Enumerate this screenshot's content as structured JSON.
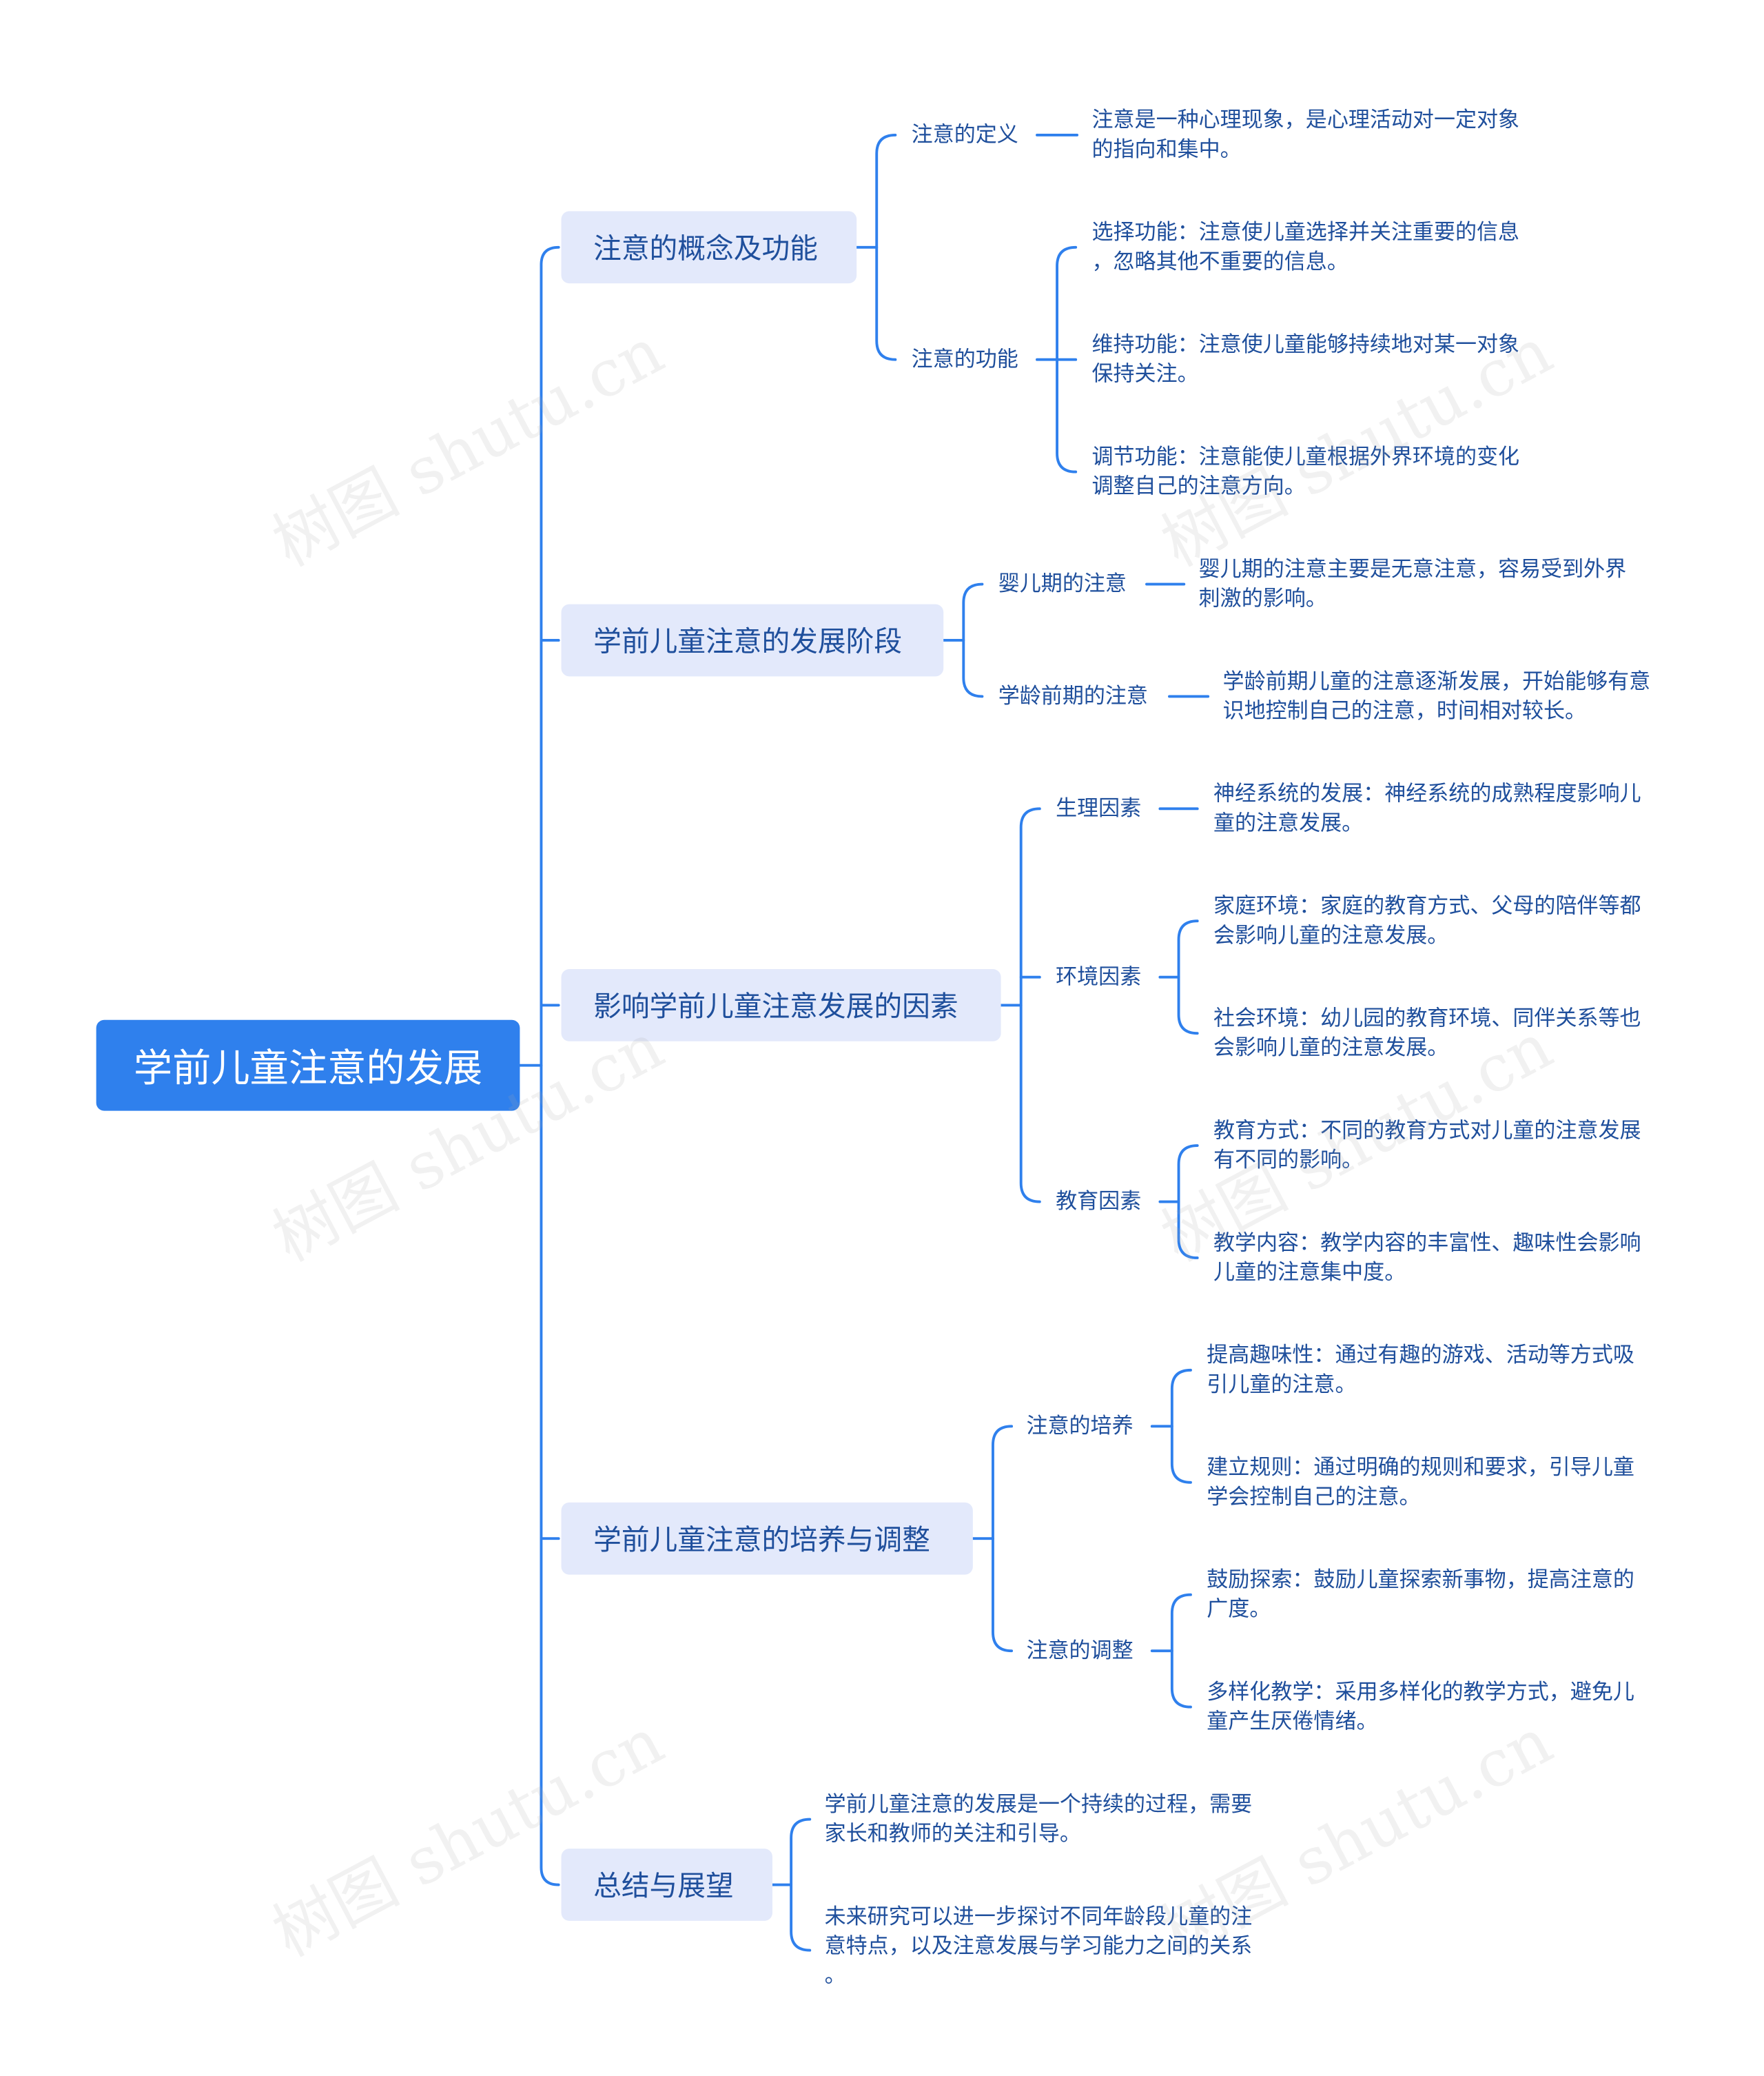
{
  "root": "学前儿童注意的发展",
  "watermark": "树图 shutu.cn",
  "branches": {
    "b1": {
      "label": "注意的概念及功能",
      "definition": {
        "label": "注意的定义",
        "text": [
          "注意是一种心理现象，是心理活动对一定对象",
          "的指向和集中。"
        ]
      },
      "function": {
        "label": "注意的功能",
        "items": [
          [
            "选择功能：注意使儿童选择并关注重要的信息",
            "，忽略其他不重要的信息。"
          ],
          [
            "维持功能：注意使儿童能够持续地对某一对象",
            "保持关注。"
          ],
          [
            "调节功能：注意能使儿童根据外界环境的变化",
            "调整自己的注意方向。"
          ]
        ]
      }
    },
    "b2": {
      "label": "学前儿童注意的发展阶段",
      "infant": {
        "label": "婴儿期的注意",
        "text": [
          "婴儿期的注意主要是无意注意，容易受到外界",
          "刺激的影响。"
        ]
      },
      "preschool": {
        "label": "学龄前期的注意",
        "text": [
          "学龄前期儿童的注意逐渐发展，开始能够有意",
          "识地控制自己的注意，时间相对较长。"
        ]
      }
    },
    "b3": {
      "label": "影响学前儿童注意发展的因素",
      "physio": {
        "label": "生理因素",
        "text": [
          "神经系统的发展：神经系统的成熟程度影响儿",
          "童的注意发展。"
        ]
      },
      "env": {
        "label": "环境因素",
        "items": [
          [
            "家庭环境：家庭的教育方式、父母的陪伴等都",
            "会影响儿童的注意发展。"
          ],
          [
            "社会环境：幼儿园的教育环境、同伴关系等也",
            "会影响儿童的注意发展。"
          ]
        ]
      },
      "edu": {
        "label": "教育因素",
        "items": [
          [
            "教育方式：不同的教育方式对儿童的注意发展",
            "有不同的影响。"
          ],
          [
            "教学内容：教学内容的丰富性、趣味性会影响",
            "儿童的注意集中度。"
          ]
        ]
      }
    },
    "b4": {
      "label": "学前儿童注意的培养与调整",
      "cultivate": {
        "label": "注意的培养",
        "items": [
          [
            "提高趣味性：通过有趣的游戏、活动等方式吸",
            "引儿童的注意。"
          ],
          [
            "建立规则：通过明确的规则和要求，引导儿童",
            "学会控制自己的注意。"
          ]
        ]
      },
      "adjust": {
        "label": "注意的调整",
        "items": [
          [
            "鼓励探索：鼓励儿童探索新事物，提高注意的",
            "广度。"
          ],
          [
            "多样化教学：采用多样化的教学方式，避免儿",
            "童产生厌倦情绪。"
          ]
        ]
      }
    },
    "b5": {
      "label": "总结与展望",
      "items": [
        [
          "学前儿童注意的发展是一个持续的过程，需要",
          "家长和教师的关注和引导。"
        ],
        [
          "未来研究可以进一步探讨不同年龄段儿童的注",
          "意特点，以及注意发展与学习能力之间的关系",
          "。"
        ]
      ]
    }
  },
  "colors": {
    "root_bg": "#2f80ed",
    "branch_bg": "#e3e9fb",
    "line": "#2f80ed",
    "text": "#1f4f9c"
  }
}
